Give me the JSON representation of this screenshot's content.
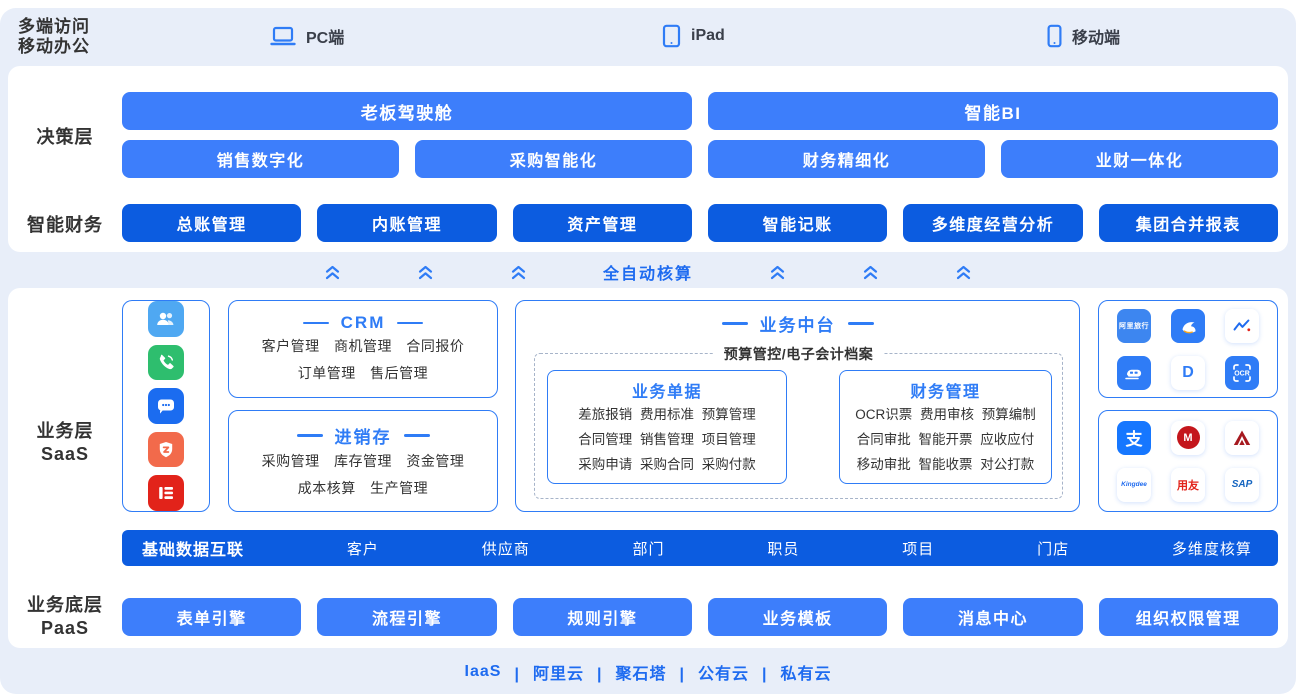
{
  "access_bar": {
    "label_line1": "多端访问",
    "label_line2": "移动办公",
    "devices": [
      {
        "icon": "laptop-icon",
        "label": "PC端"
      },
      {
        "icon": "tablet-icon",
        "label": "iPad"
      },
      {
        "icon": "smartphone-icon",
        "label": "移动端"
      }
    ]
  },
  "decision_layer": {
    "label": "决策层",
    "row1": [
      "老板驾驶舱",
      "智能BI"
    ],
    "row2": [
      "销售数字化",
      "采购智能化",
      "财务精细化",
      "业财一体化"
    ]
  },
  "smart_finance": {
    "label": "智能财务",
    "items": [
      "总账管理",
      "内账管理",
      "资产管理",
      "智能记账",
      "多维度经营分析",
      "集团合并报表"
    ]
  },
  "auto_band": {
    "label": "全自动核算"
  },
  "saas": {
    "label_line1": "业务层",
    "label_line2": "SaaS",
    "crm": {
      "title": "CRM",
      "lines": [
        "客户管理 商机管理 合同报价",
        "订单管理 售后管理"
      ]
    },
    "jxc": {
      "title": "进销存",
      "lines": [
        "采购管理 库存管理 资金管理",
        "成本核算 生产管理"
      ]
    },
    "mid": {
      "title": "业务中台",
      "tag": "预算管控/电子会计档案",
      "docs": {
        "title": "业务单据",
        "lines": [
          "差旅报销 费用标准 预算管理",
          "合同管理 销售管理 项目管理",
          "采购申请 采购合同 采购付款"
        ]
      },
      "fin": {
        "title": "财务管理",
        "lines": [
          "OCR识票 费用审核 预算编制",
          "合同审批 智能开票 应收应付",
          "移动审批 智能收票 对公打款"
        ]
      }
    },
    "partners": {
      "alitrip": "阿里旅行",
      "ocr": "OCR",
      "didi": "D",
      "alipay": "支",
      "cmb": "M",
      "kingdee": "Kingdee",
      "yonyou": "用友",
      "sap": "SAP"
    }
  },
  "data_bar": {
    "title": "基础数据互联",
    "items": [
      "客户",
      "供应商",
      "部门",
      "职员",
      "项目",
      "门店",
      "多维度核算"
    ]
  },
  "paas": {
    "label_line1": "业务底层",
    "label_line2": "PaaS",
    "items": [
      "表单引擎",
      "流程引擎",
      "规则引擎",
      "业务模板",
      "消息中心",
      "组织权限管理"
    ]
  },
  "iaas": {
    "items": [
      "IaaS",
      "阿里云",
      "聚石塔",
      "公有云",
      "私有云"
    ]
  },
  "colors": {
    "band_bg": "#E8EEF9",
    "panel_bg": "#FFFFFF",
    "btn_primary": "#3D7EFB",
    "btn_dark": "#0C5CE0",
    "accent": "#2F7CF6",
    "accent_text": "#1E6BF0",
    "text_dark": "#333333"
  }
}
